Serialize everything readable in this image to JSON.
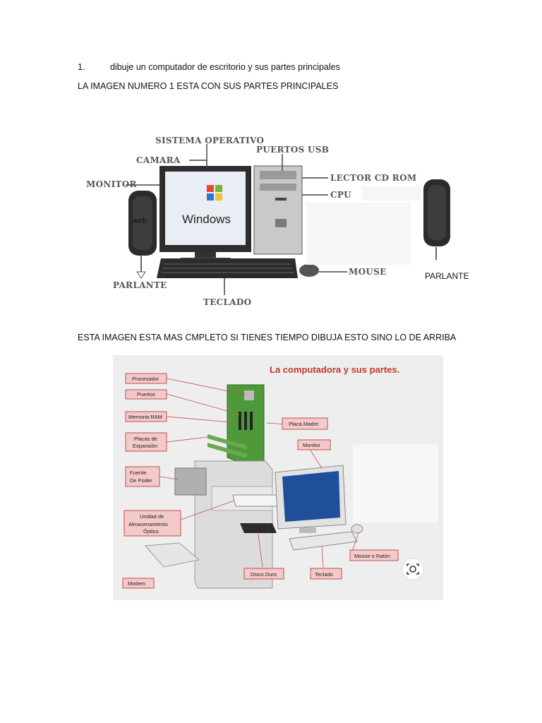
{
  "heading": {
    "number": "1.",
    "text": "dibuje un computador de escritorio y sus partes principales"
  },
  "caption1": "LA IMAGEN NUMERO 1 ESTA CON SUS PARTES PRINCIPALES",
  "figure1": {
    "labels": {
      "sistema": "SISTEMA OPERATIVO",
      "camara": "CAMARA",
      "puertos": "PUERTOS USB",
      "monitor": "MONITOR",
      "lector": "LECTOR CD ROM",
      "cpu": "CPU",
      "web": "web",
      "parlante_left": "PARLANTE",
      "teclado": "TECLADO",
      "mouse": "MOUSE",
      "parlante_right": "PARLANTE",
      "windows": "Windows"
    }
  },
  "caption2": "ESTA IMAGEN ESTA MAS CMPLETO SI TIENES TIEMPO DIBUJA ESTO SINO LO DE ARRIBA",
  "figure2": {
    "title": "La computadora y sus partes.",
    "labels": {
      "procesador": "Procesador",
      "puertos": "Puertos",
      "memoria": "Memoria RAM",
      "placas1": "Placas de",
      "placas2": "Expansión",
      "fuente1": "Fuente",
      "fuente2": "De Poder",
      "unidad1": "Unidad de",
      "unidad2": "Almacenamiento",
      "unidad3": "Óptico",
      "modem": "Modem",
      "placa_madre": "Placa Madre",
      "monitor": "Monitor",
      "mouse": "Mouse o Ratón",
      "disco": "Disco Duro",
      "teclado": "Teclado"
    }
  },
  "icons": {
    "lens": "image-search-icon"
  }
}
